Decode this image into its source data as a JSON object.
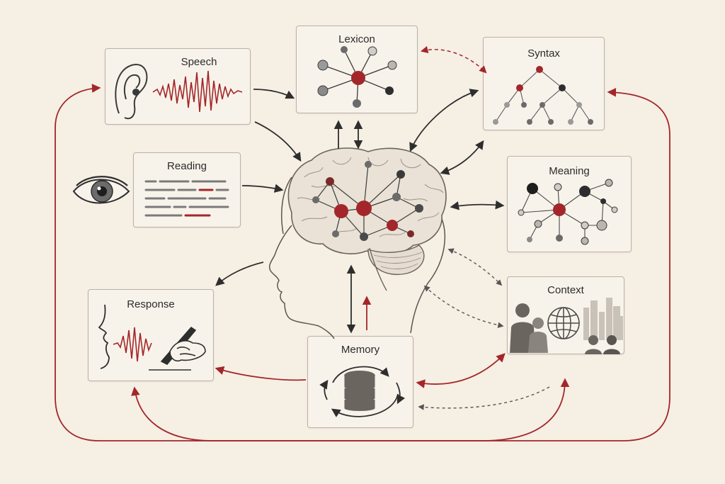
{
  "nodes": {
    "speech": {
      "label": "Speech"
    },
    "lexicon": {
      "label": "Lexicon"
    },
    "syntax": {
      "label": "Syntax"
    },
    "reading": {
      "label": "Reading"
    },
    "meaning": {
      "label": "Meaning"
    },
    "context": {
      "label": "Context"
    },
    "response": {
      "label": "Response"
    },
    "memory": {
      "label": "Memory"
    }
  },
  "colors": {
    "background": "#f6efe4",
    "accent_red": "#a3262a",
    "dark": "#2e2e2e",
    "grey": "#8a8a8a"
  }
}
